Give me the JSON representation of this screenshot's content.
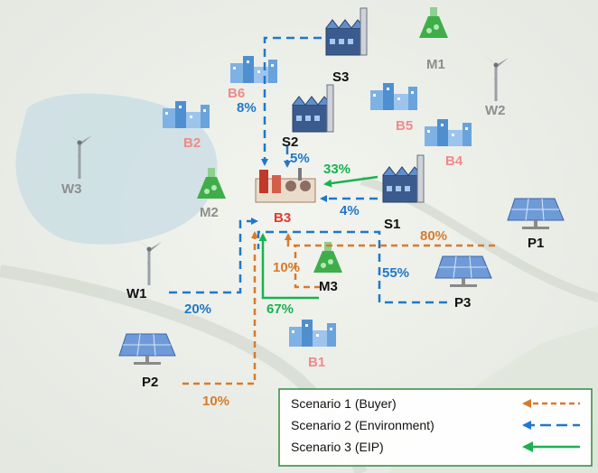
{
  "colors": {
    "buyer": "#D97A2B",
    "environment": "#1F78C8",
    "eip": "#19B24F",
    "building_label": "#F08A8A",
    "dark_label": "#111111",
    "muted_label": "#8E8E8E",
    "legend_border": "#2E8B3C"
  },
  "nodes": {
    "S1": "S1",
    "S2": "S2",
    "S3": "S3",
    "B1": "B1",
    "B2": "B2",
    "B3": "B3",
    "B4": "B4",
    "B5": "B5",
    "B6": "B6",
    "M1": "M1",
    "M2": "M2",
    "M3": "M3",
    "P1": "P1",
    "P2": "P2",
    "P3": "P3",
    "W1": "W1",
    "W2": "W2",
    "W3": "W3"
  },
  "flows": {
    "s3_b3": "8%",
    "s2_b3": "5%",
    "s1_b3_eip": "33%",
    "s1_b3_env": "4%",
    "p1_b3_buyer": "80%",
    "m3_b3_buyer": "10%",
    "p3_b3_env": "55%",
    "w1_b3_env": "20%",
    "m3_b3_eip": "67%",
    "p2_b3_buyer": "10%"
  },
  "legend": {
    "scenario1": "Scenario 1 (Buyer)",
    "scenario2": "Scenario 2 (Environment)",
    "scenario3": "Scenario 3 (EIP)"
  },
  "icons": {
    "factory": "factory-icon",
    "building": "building-icon",
    "flask": "flask-icon",
    "solar_panel": "solar-panel-icon",
    "wind_turbine": "wind-turbine-icon",
    "plant": "industrial-plant-icon"
  }
}
